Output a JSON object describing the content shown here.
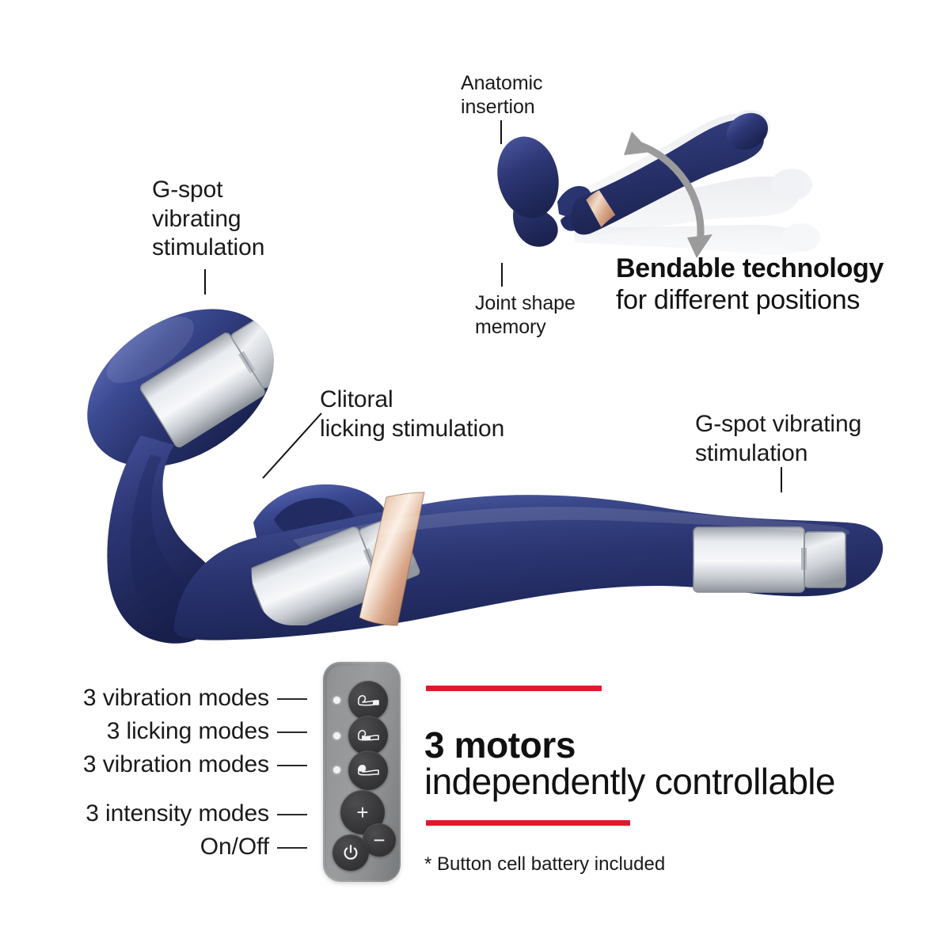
{
  "page": {
    "background": "#ffffff",
    "accent_red": "#e2182c",
    "product_blue": "#2b3570",
    "product_blue_dark": "#1d2550",
    "rose_gold": "#cf9c7c",
    "metal_silver": "#c9ccd1",
    "remote_grey": "#8e9092",
    "button_dark": "#333335"
  },
  "callouts": {
    "anatomic_insertion": "Anatomic\ninsertion",
    "joint_shape_memory": "Joint shape\nmemory",
    "gspot_left": "G-spot\nvibrating\nstimulation",
    "clitoral": "Clitoral\nlicking stimulation",
    "gspot_right": "G-spot vibrating\nstimulation"
  },
  "bendable": {
    "title": "Bendable technology",
    "subtitle": "for different positions"
  },
  "motors": {
    "title": "3 motors",
    "subtitle": "independently controllable",
    "footnote": "* Button cell battery included"
  },
  "remote": {
    "labels": [
      "3 vibration modes",
      "3 licking modes",
      "3 vibration modes",
      "3 intensity modes",
      "On/Off"
    ],
    "buttons": [
      {
        "name": "mode-button-1",
        "icon": "device-head-icon"
      },
      {
        "name": "mode-button-2",
        "icon": "device-mid-icon"
      },
      {
        "name": "mode-button-3",
        "icon": "device-tail-icon"
      },
      {
        "name": "plus-button",
        "icon": "plus-icon",
        "glyph": "+"
      },
      {
        "name": "minus-button",
        "icon": "minus-icon",
        "glyph": "−"
      },
      {
        "name": "power-button",
        "icon": "power-icon"
      }
    ]
  }
}
